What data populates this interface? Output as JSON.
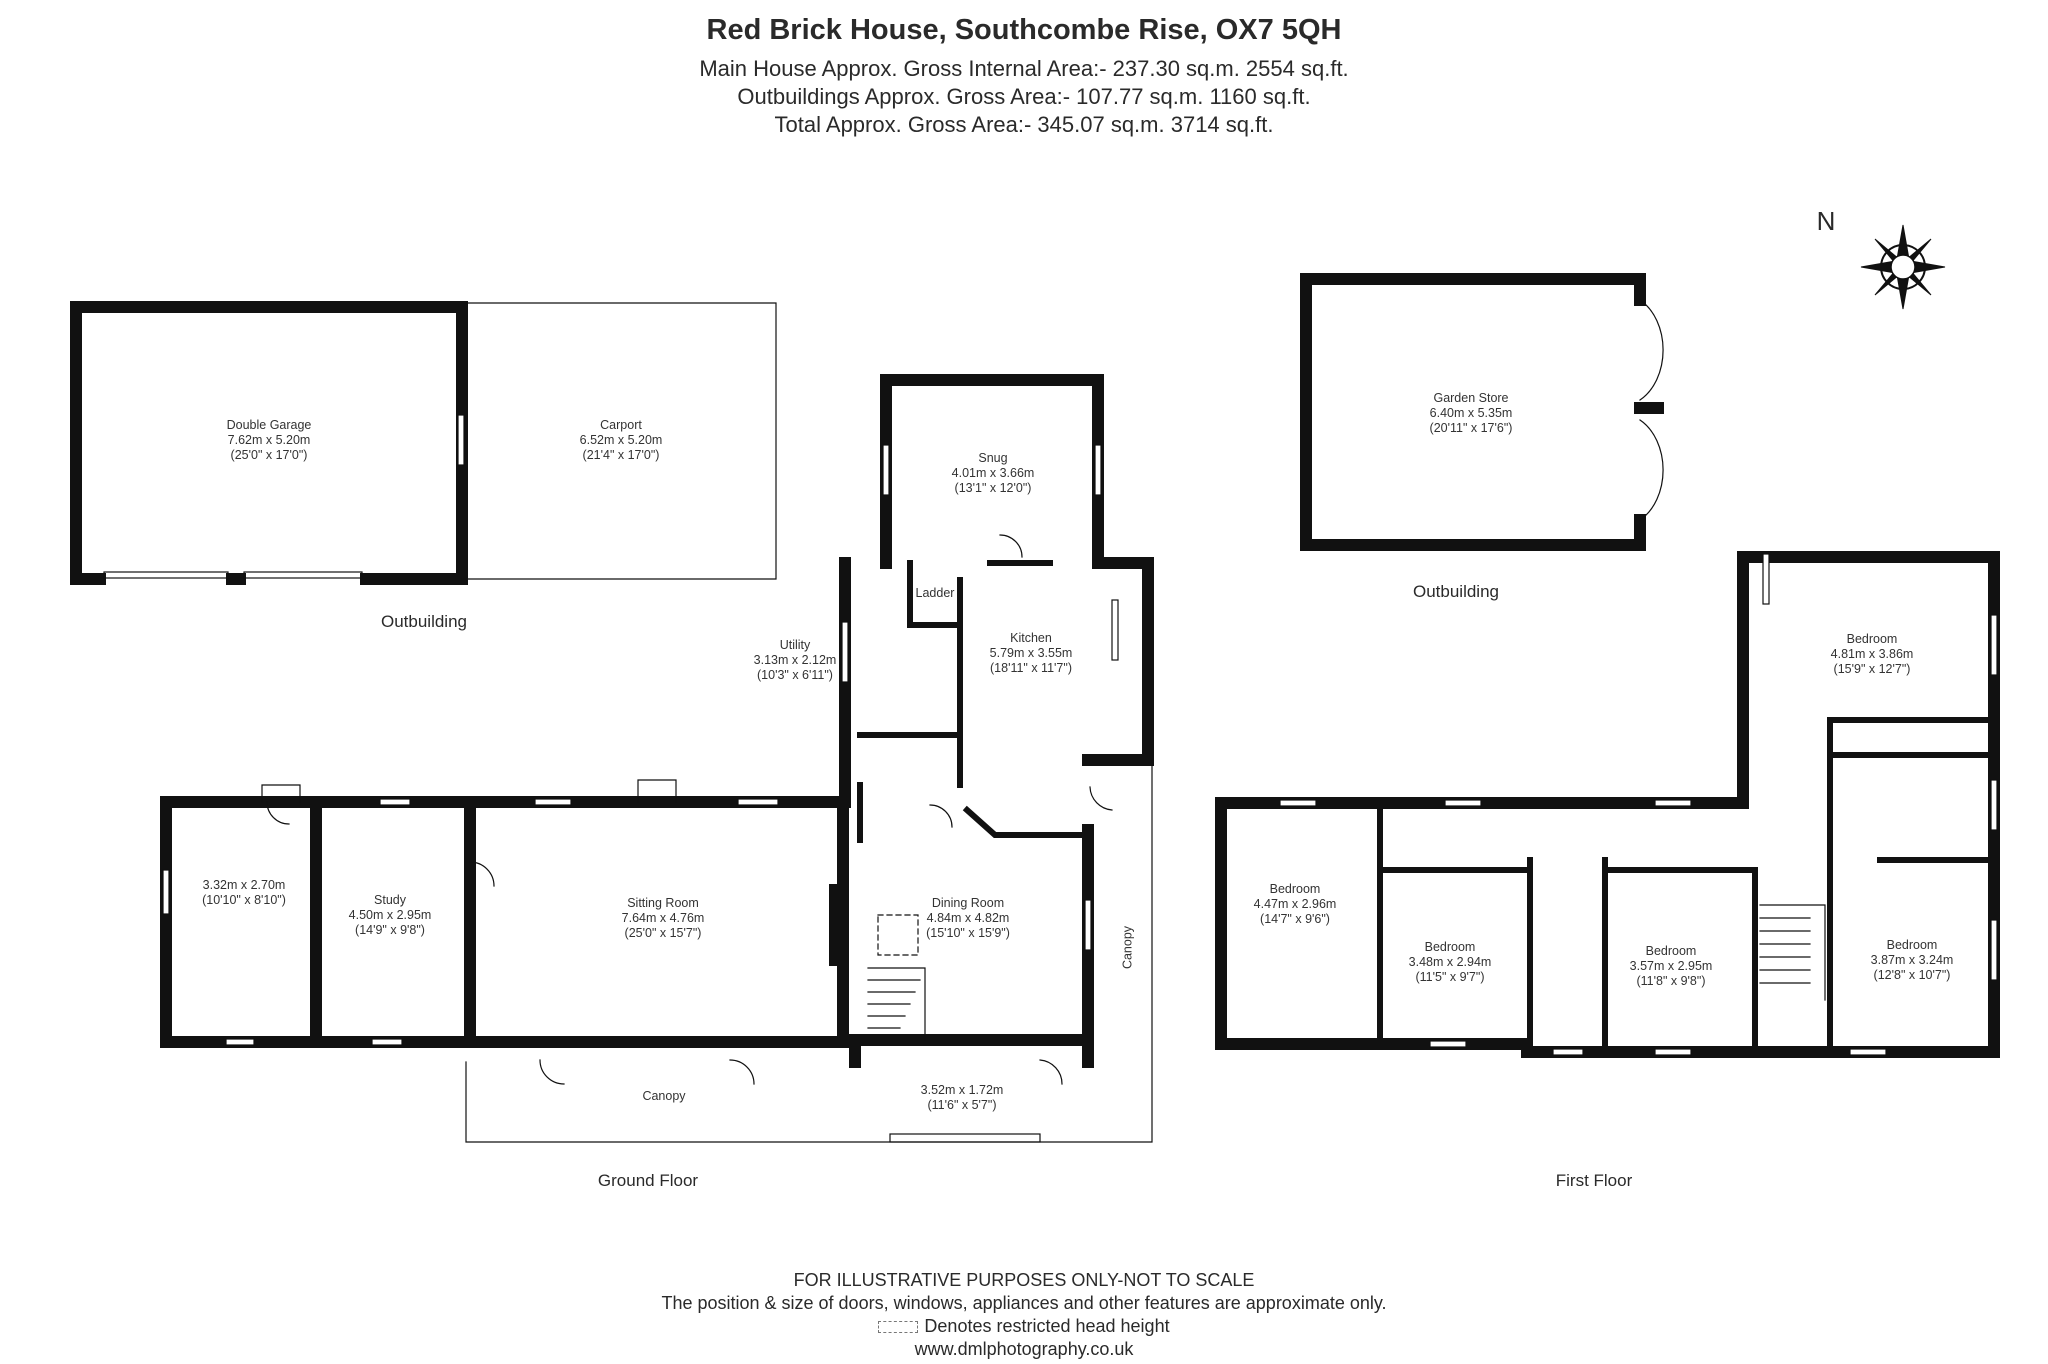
{
  "header": {
    "title": "Red Brick House, Southcombe Rise, OX7 5QH",
    "line1": "Main House Approx. Gross Internal Area:- 237.30 sq.m. 2554 sq.ft.",
    "line2": "Outbuildings Approx. Gross Area:- 107.77 sq.m. 1160 sq.ft.",
    "line3": "Total Approx. Gross Area:- 345.07 sq.m. 3714 sq.ft."
  },
  "compass": {
    "label": "N"
  },
  "rooms": {
    "double_garage": {
      "name": "Double Garage",
      "metric": "7.62m x 5.20m",
      "imperial": "(25'0\" x 17'0\")"
    },
    "carport": {
      "name": "Carport",
      "metric": "6.52m x 5.20m",
      "imperial": "(21'4\" x 17'0\")"
    },
    "snug": {
      "name": "Snug",
      "metric": "4.01m x 3.66m",
      "imperial": "(13'1\" x 12'0\")"
    },
    "ladder": {
      "name": "Ladder"
    },
    "kitchen": {
      "name": "Kitchen",
      "metric": "5.79m x 3.55m",
      "imperial": "(18'11\" x 11'7\")"
    },
    "utility": {
      "name": "Utility",
      "metric": "3.13m x 2.12m",
      "imperial": "(10'3\" x 6'11\")"
    },
    "shower_room": {
      "metric": "3.32m x 2.70m",
      "imperial": "(10'10\" x 8'10\")"
    },
    "study": {
      "name": "Study",
      "metric": "4.50m x 2.95m",
      "imperial": "(14'9\" x 9'8\")"
    },
    "sitting_room": {
      "name": "Sitting Room",
      "metric": "7.64m x 4.76m",
      "imperial": "(25'0\" x 15'7\")"
    },
    "dining_room": {
      "name": "Dining Room",
      "metric": "4.84m x 4.82m",
      "imperial": "(15'10\" x 15'9\")"
    },
    "porch": {
      "metric": "3.52m x 1.72m",
      "imperial": "(11'6\" x 5'7\")"
    },
    "canopy_front": {
      "name": "Canopy"
    },
    "canopy_side": {
      "name": "Canopy"
    },
    "garden_store": {
      "name": "Garden Store",
      "metric": "6.40m x 5.35m",
      "imperial": "(20'11\" x 17'6\")"
    },
    "bedroom_1": {
      "name": "Bedroom",
      "metric": "4.81m x 3.86m",
      "imperial": "(15'9\" x 12'7\")"
    },
    "bedroom_2": {
      "name": "Bedroom",
      "metric": "4.47m x 2.96m",
      "imperial": "(14'7\" x 9'6\")"
    },
    "bedroom_3": {
      "name": "Bedroom",
      "metric": "3.48m x 2.94m",
      "imperial": "(11'5\" x 9'7\")"
    },
    "bedroom_4": {
      "name": "Bedroom",
      "metric": "3.57m x 2.95m",
      "imperial": "(11'8\" x 9'8\")"
    },
    "bedroom_5": {
      "name": "Bedroom",
      "metric": "3.87m x 3.24m",
      "imperial": "(12'8\" x 10'7\")"
    }
  },
  "captions": {
    "outbuilding_left": "Outbuilding",
    "outbuilding_right": "Outbuilding",
    "ground_floor": "Ground Floor",
    "first_floor": "First Floor"
  },
  "footer": {
    "line1": "FOR ILLUSTRATIVE PURPOSES ONLY-NOT TO SCALE",
    "line2": "The position & size of doors, windows, appliances and other features are approximate only.",
    "line3": "Denotes restricted head height",
    "line4": "www.dmlphotography.co.uk"
  }
}
